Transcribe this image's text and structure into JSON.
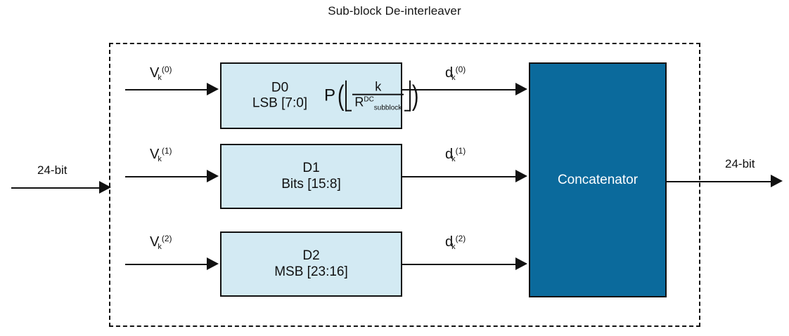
{
  "diagram": {
    "title": "Sub-block De-interleaver",
    "container_style": "dashed",
    "io": {
      "input_label": "24-bit",
      "output_label": "24-bit"
    },
    "blocks": [
      {
        "id": "D0",
        "line1": "D0",
        "line2": "LSB [7:0]",
        "fill": "#d3eaf3",
        "formula": {
          "function": "P",
          "numerator": "k",
          "denominator_base": "R",
          "denominator_sup": "DC",
          "denominator_sub": "subblock",
          "brackets": "floor"
        }
      },
      {
        "id": "D1",
        "line1": "D1",
        "line2": "Bits [15:8]",
        "fill": "#d3eaf3"
      },
      {
        "id": "D2",
        "line1": "D2",
        "line2": "MSB [23:16]",
        "fill": "#d3eaf3"
      }
    ],
    "concatenator": {
      "label": "Concatenator",
      "fill": "#0b6a9c",
      "text_color": "#ffffff"
    },
    "inputs": [
      {
        "base": "V",
        "sub": "k",
        "sup": "(0)"
      },
      {
        "base": "V",
        "sub": "k",
        "sup": "(1)"
      },
      {
        "base": "V",
        "sub": "k",
        "sup": "(2)"
      }
    ],
    "outputs": [
      {
        "base": "d",
        "sub": "k",
        "sup": "(0)"
      },
      {
        "base": "d",
        "sub": "k",
        "sup": "(1)"
      },
      {
        "base": "d",
        "sub": "k",
        "sup": "(2)"
      }
    ]
  }
}
